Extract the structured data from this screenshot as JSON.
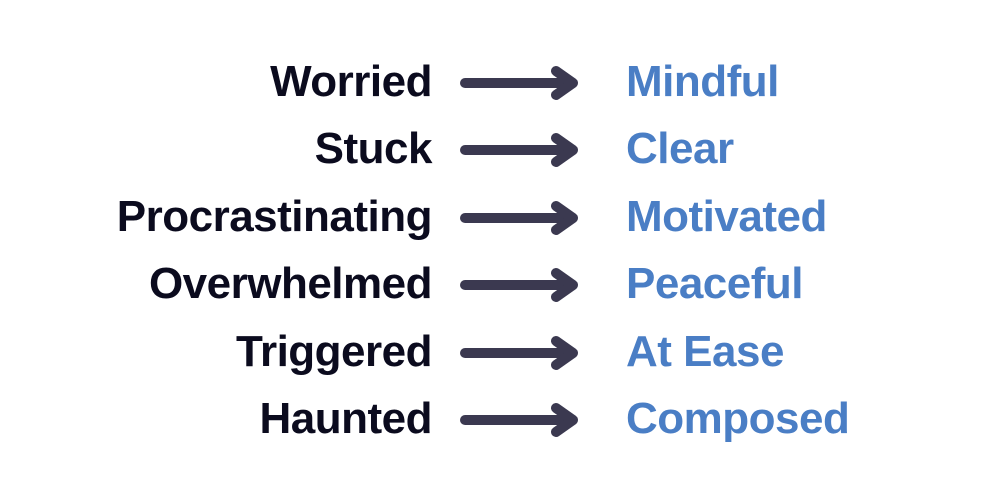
{
  "colors": {
    "from_text": "#0b0b1e",
    "to_text": "#4a7ec5",
    "arrow": "#3b3950",
    "background": "#ffffff"
  },
  "arrow_icon": "right-arrow-icon",
  "rows": [
    {
      "from": "Worried",
      "to": "Mindful"
    },
    {
      "from": "Stuck",
      "to": "Clear"
    },
    {
      "from": "Procrastinating",
      "to": "Motivated"
    },
    {
      "from": "Overwhelmed",
      "to": "Peaceful"
    },
    {
      "from": "Triggered",
      "to": "At Ease"
    },
    {
      "from": "Haunted",
      "to": "Composed"
    }
  ]
}
